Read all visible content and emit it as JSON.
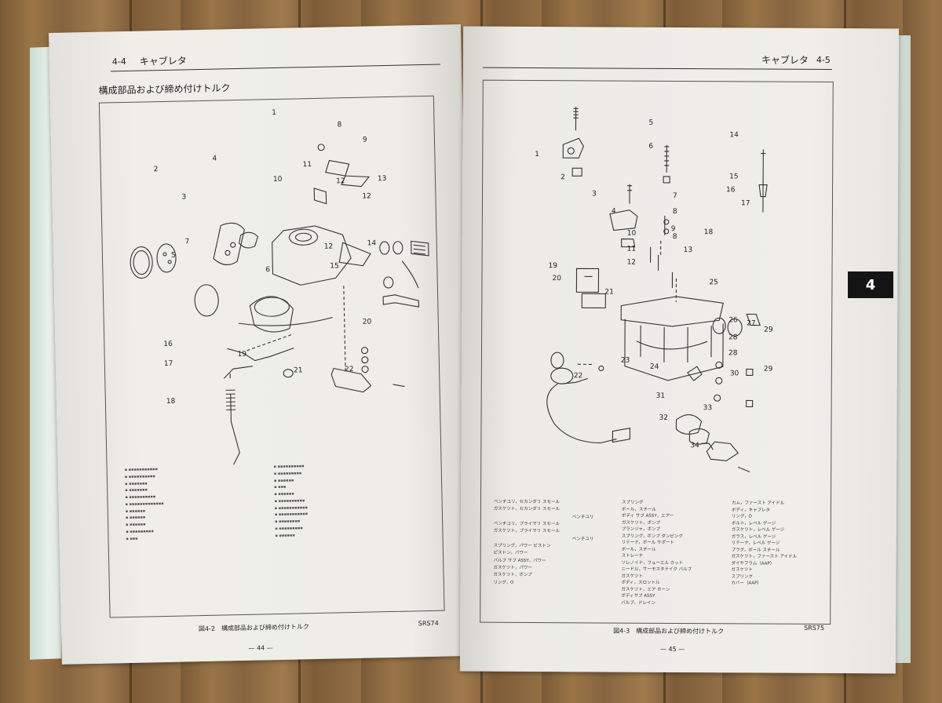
{
  "left_page": {
    "header_section": "4-4",
    "header_title": "キャブレタ",
    "page_title": "構成部品および締め付けトルク",
    "figure_caption": "図4-2　構成部品および締め付けトルク",
    "figure_code": "SRS74",
    "page_number": "— 44 —",
    "part_labels": [
      "1",
      "2",
      "3",
      "4",
      "5",
      "6",
      "7",
      "8",
      "9",
      "10",
      "11",
      "12",
      "12",
      "12",
      "13",
      "14",
      "15",
      "16",
      "17",
      "18",
      "19",
      "20",
      "21",
      "22"
    ]
  },
  "right_page": {
    "header_title": "キャブレタ",
    "header_section": "4-5",
    "figure_caption": "図4-3　構成部品および締め付けトルク",
    "figure_code": "SRS75",
    "page_number": "— 45 —",
    "tab_label": "4",
    "part_labels": [
      "1",
      "2",
      "3",
      "4",
      "5",
      "6",
      "7",
      "8",
      "8",
      "9",
      "10",
      "11",
      "12",
      "13",
      "14",
      "15",
      "16",
      "17",
      "18",
      "19",
      "20",
      "21",
      "22",
      "23",
      "24",
      "25",
      "26",
      "27",
      "28",
      "28",
      "29",
      "29",
      "30",
      "31",
      "32",
      "33",
      "34"
    ],
    "legend_col1": [
      "ベンチユリ，セカンダリ スモール",
      "ガスケツト，セカンダリ スモール",
      "ベンチユリ",
      "ベンチユリ，プライマリ スモール",
      "ガスケツト，プライマリ スモール",
      "ベンチユリ",
      "スプリング，パワー ピストン",
      "ピストン，パワー",
      "バルブ サブ ASSY，パワー",
      "ガスケツト，パワー",
      "ガスケツト，ボンプ",
      "リング，O"
    ],
    "legend_col2": [
      "スプリング",
      "ボール，スチール",
      "ボディ サブ ASSY，エアー",
      "ガスケツト，ボンプ",
      "プランジャ，ボンプ",
      "スプリング，ボンプ ダンピング",
      "リテーナ，ボール サポート",
      "ボール，スチール",
      "ストレーナ",
      "ソレノイド，フューエル カット",
      "ニードル，サーモスタテイク バルブ",
      "ガスケツト",
      "ボディ，スロットル",
      "ガスケツト，エア ホーン",
      "ボディサブ ASSY",
      "バルブ，ドレイン"
    ],
    "legend_col3": [
      "カム，ファースト アイドル",
      "ボディ，キャブレタ",
      "リング，O",
      "ボルト，レベル ゲージ",
      "ガスケツト，レベル ゲージ",
      "ガラス，レベル ゲージ",
      "リテーナ，レベル ゲージ",
      "プラグ，ボール スチール",
      "ガスケツト，ファースト アイドル",
      "ダイヤフラム（AAP）",
      "ガスケツト",
      "スプリング",
      "カバー（AAP）"
    ]
  },
  "colors": {
    "ink": "#222222",
    "paper": "#ecebe6",
    "tab_bg": "#141414"
  }
}
